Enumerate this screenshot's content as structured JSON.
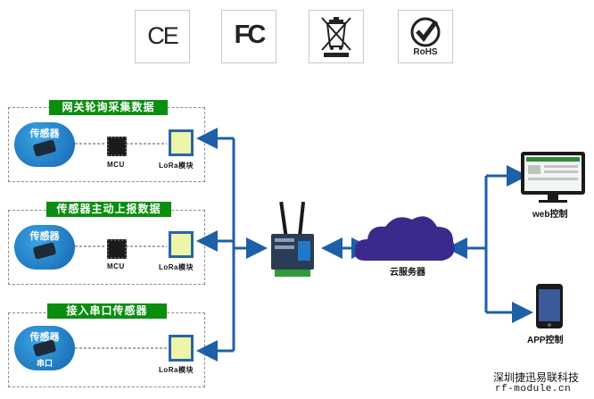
{
  "certifications": [
    {
      "name": "CE",
      "icon": "ce-mark-icon"
    },
    {
      "name": "FC",
      "icon": "fcc-mark-icon"
    },
    {
      "name": "WEEE",
      "icon": "weee-bin-icon"
    },
    {
      "name": "RoHS",
      "icon": "rohs-check-icon"
    }
  ],
  "panels": [
    {
      "title": "网关轮询采集数据",
      "sensor": "传感器",
      "mcu": "MCU",
      "lora": "LoRa模块"
    },
    {
      "title": "传感器主动上报数据",
      "sensor": "传感器",
      "mcu": "MCU",
      "lora": "LoRa模块"
    },
    {
      "title": "接入串口传感器",
      "sensor": "传感器",
      "serial": "串口",
      "lora": "LoRa模块"
    }
  ],
  "cloud_label": "云服务器",
  "web_label": "web控制",
  "app_label": "APP控制",
  "company": {
    "name": "深圳捷迅易联科技",
    "site": "rf-module.cn"
  },
  "colors": {
    "arrow": "#1e5fa8",
    "banner": "#0a8e10",
    "cloud": "#3b2a8c",
    "sensor": "#1a73c2"
  }
}
